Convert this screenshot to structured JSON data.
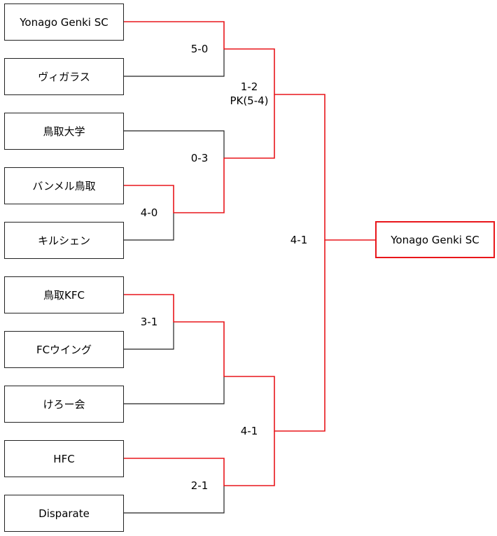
{
  "teams": [
    "Yonago Genki SC",
    "ヴィガラス",
    "鳥取大学",
    "バンメル鳥取",
    "キルシェン",
    "鳥取KFC",
    "FCウイング",
    "けろー会",
    "HFC",
    "Disparate"
  ],
  "scores": {
    "r1_yonago_vigaras": "5-0",
    "r1_banmel_kirschen": "4-0",
    "r2_tottoriuniv_banmel": "0-3",
    "r1_kfc_fcwing": "3-1",
    "r1_hfc_disparate": "2-1",
    "qf_top_line1": "1-2",
    "qf_top_line2": "PK(5-4)",
    "qf_bottom": "4-1",
    "final": "4-1"
  },
  "champion": "Yonago Genki SC",
  "colors": {
    "winner_line": "#e8161b",
    "loser_line": "#222222"
  }
}
